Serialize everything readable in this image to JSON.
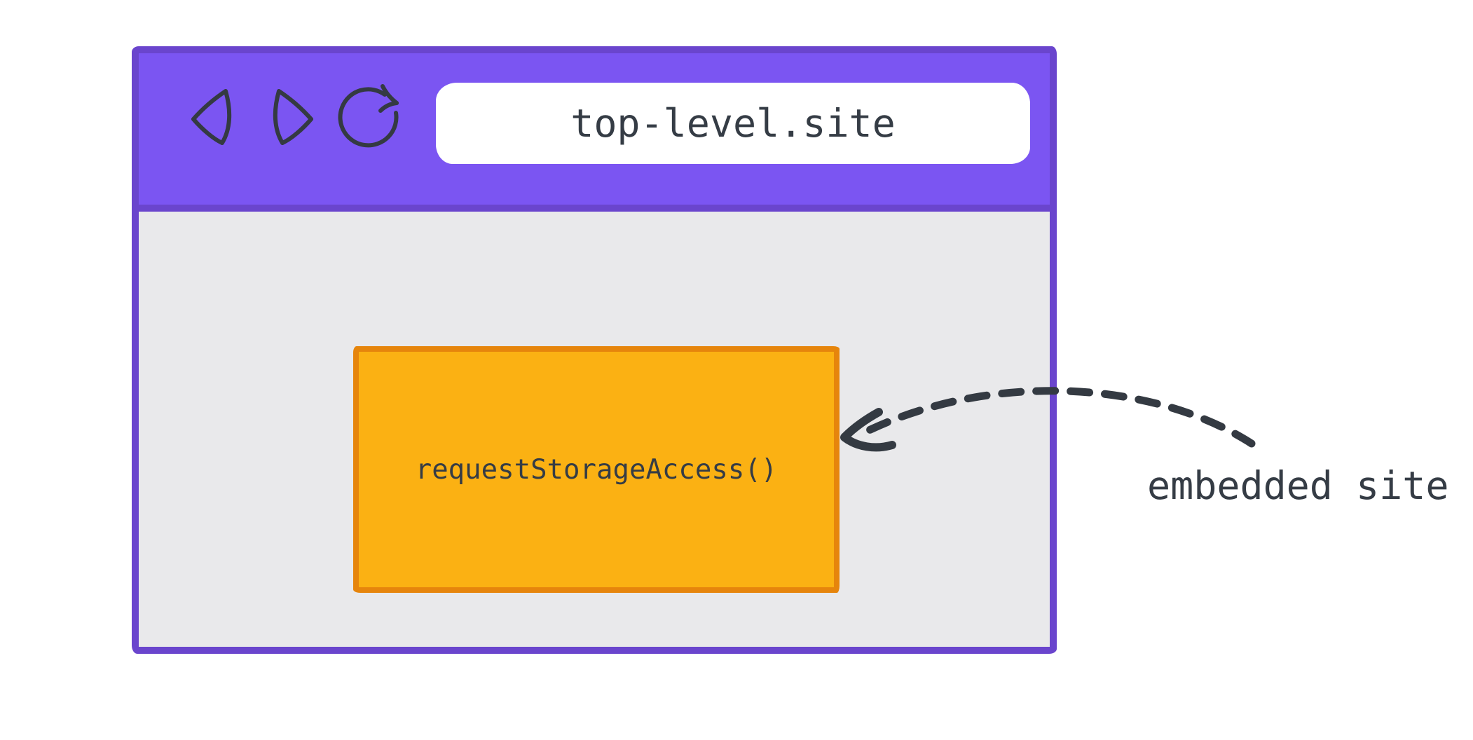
{
  "colors": {
    "page-bg": "#ffffff",
    "window-border": "#6a45cd",
    "toolbar-bg": "#7b55f2",
    "content-bg": "#e9e9eb",
    "address-bar-bg": "#ffffff",
    "frame-bg": "#fbb113",
    "frame-border": "#e6850c",
    "ink": "#343a42",
    "text": "#353c45"
  },
  "browser_window": {
    "toolbar": {
      "icons": [
        "back",
        "forward",
        "refresh"
      ],
      "address_bar": {
        "value": "top-level.site"
      }
    },
    "content": {
      "embedded_frame": {
        "label": "requestStorageAccess()"
      }
    }
  },
  "annotation": {
    "label": "embedded site"
  }
}
